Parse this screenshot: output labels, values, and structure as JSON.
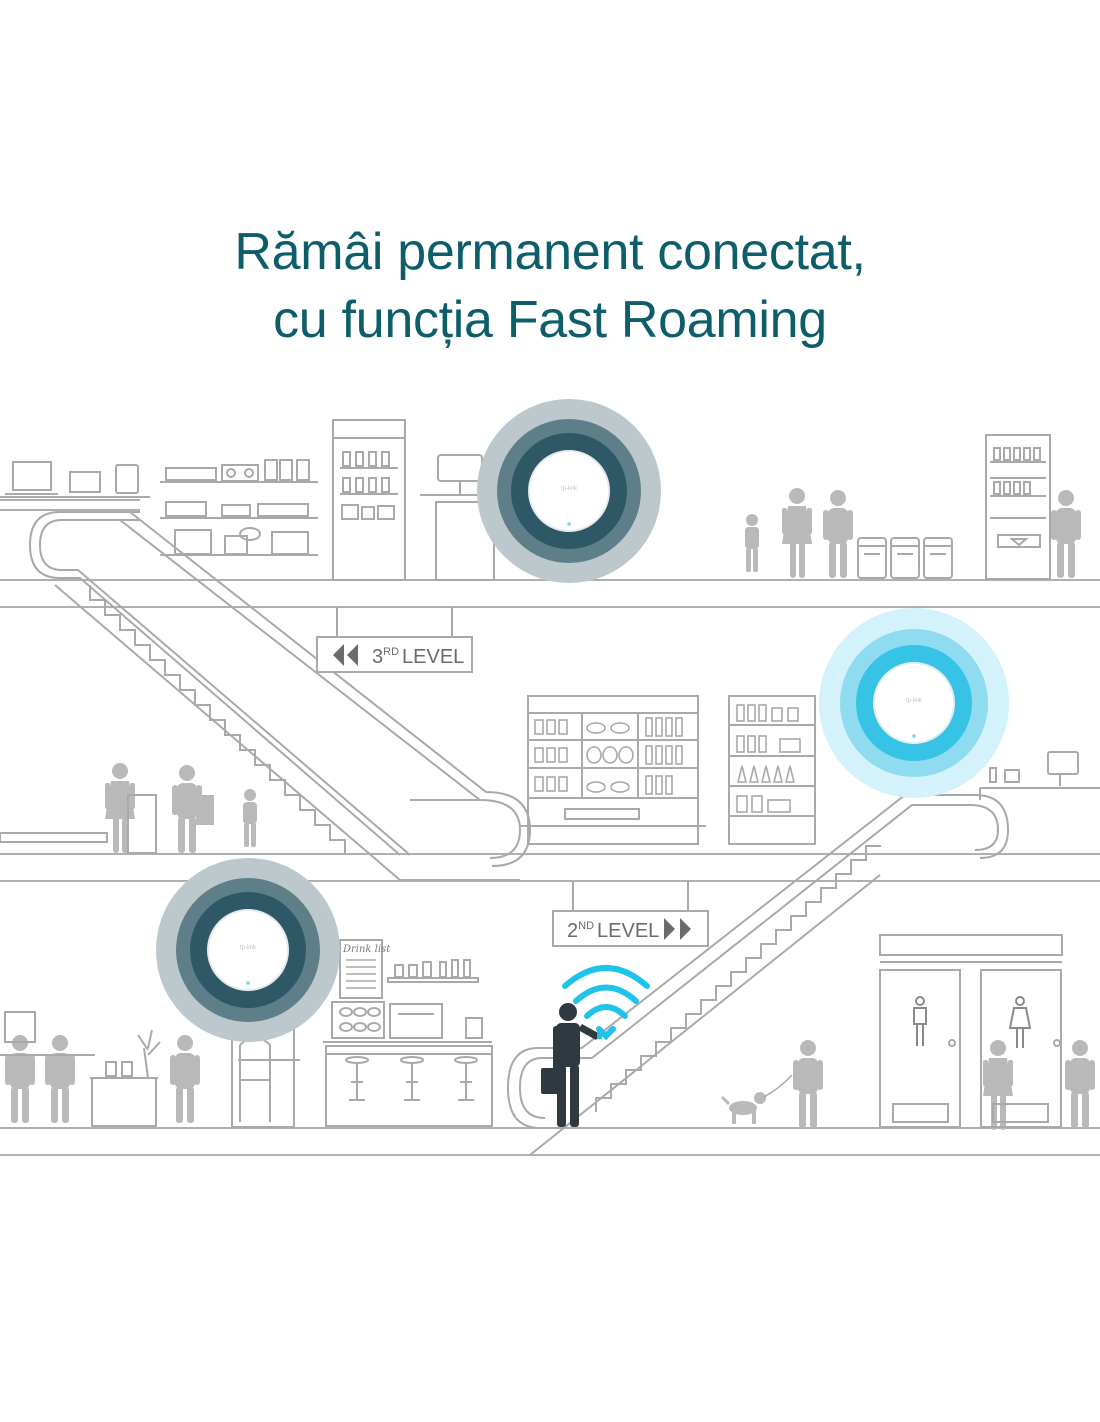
{
  "headline": {
    "line1": "Rămâi permanent conectat,",
    "line2": "cu funcția Fast Roaming"
  },
  "signs": {
    "third": {
      "num": "3",
      "ord": "RD",
      "word": "LEVEL"
    },
    "second": {
      "num": "2",
      "ord": "ND",
      "word": "LEVEL"
    }
  },
  "menu_board": "Drink list",
  "device_logo": "tp-link",
  "colors": {
    "headline": "#0d5d6b",
    "line": "#a9a9a9",
    "figure": "#b9b9b9",
    "ap_ring_outer": "#bcc8cc",
    "ap_ring_mid": "#5e7f8a",
    "ap_ring_inner": "#2f5867",
    "ap_active_outer": "#d4f2fb",
    "ap_active_mid": "#8fdcf1",
    "ap_active_inner": "#37c3e6",
    "wifi": "#1fc3ea",
    "person": "#2f3a40"
  },
  "access_points": [
    {
      "name": "ap-third-level",
      "active": false
    },
    {
      "name": "ap-second-level-roaming",
      "active": true
    },
    {
      "name": "ap-first-level",
      "active": false
    }
  ]
}
